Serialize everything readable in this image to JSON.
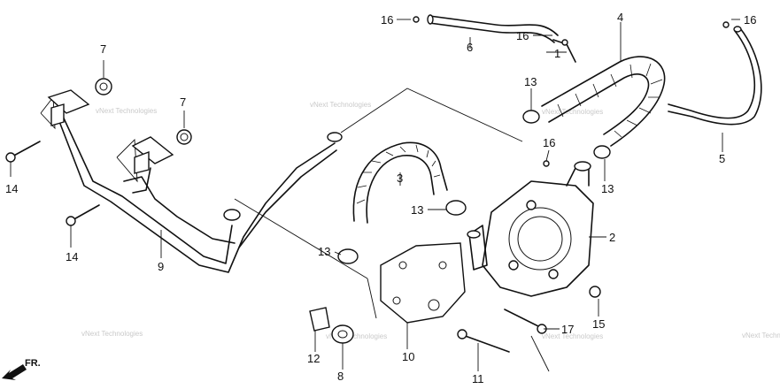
{
  "callouts": {
    "c1": "1",
    "c2": "2",
    "c3": "3",
    "c4": "4",
    "c5": "5",
    "c6": "6",
    "c7a": "7",
    "c7b": "7",
    "c8": "8",
    "c9": "9",
    "c10": "10",
    "c11": "11",
    "c12": "12",
    "c13a": "13",
    "c13b": "13",
    "c13c": "13",
    "c13d": "13",
    "c14a": "14",
    "c14b": "14",
    "c15": "15",
    "c16a": "16",
    "c16b": "16",
    "c16c": "16",
    "c16d": "16",
    "c17": "17"
  },
  "watermark": "vNext Technologies",
  "direction_label": "FR."
}
